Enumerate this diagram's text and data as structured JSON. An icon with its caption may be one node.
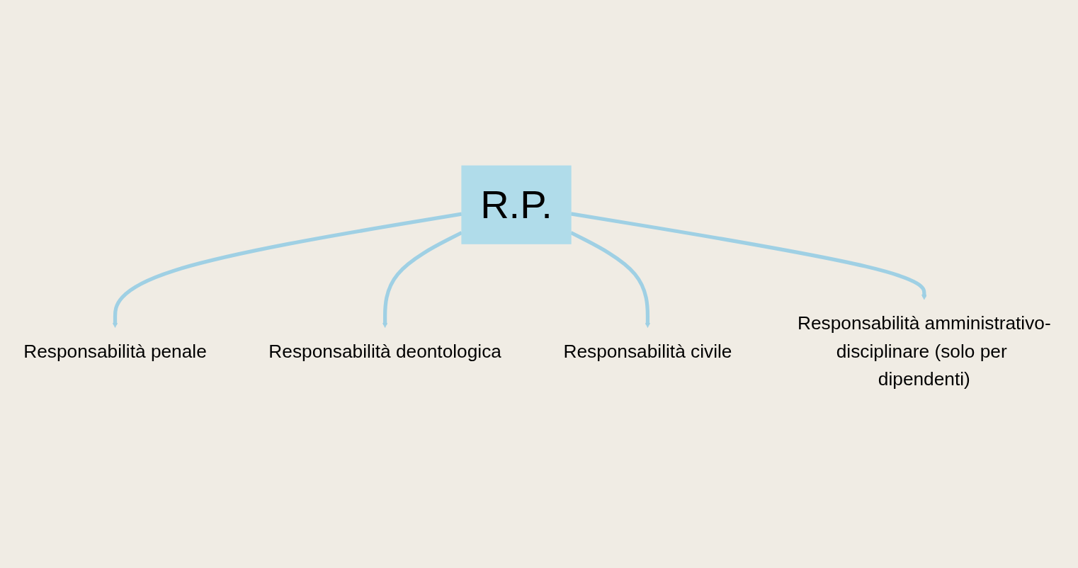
{
  "diagram": {
    "nodes": [
      {
        "text": [
          "R.P."
        ]
      },
      {
        "text": [
          "Responsabilità penale"
        ]
      },
      {
        "text": [
          "Responsabilità deontologica"
        ]
      },
      {
        "text": [
          "Responsabilità civile"
        ]
      },
      {
        "text": [
          "Responsabilità amministrativo-disciplinare (solo per dipendenti)"
        ]
      }
    ],
    "edges": [
      {
        "from": 0,
        "to": 1,
        "arrow": "to"
      },
      {
        "from": 0,
        "to": 2,
        "arrow": "to"
      },
      {
        "from": 0,
        "to": 3,
        "arrow": "to"
      },
      {
        "from": 0,
        "to": 4,
        "arrow": "to"
      }
    ]
  }
}
